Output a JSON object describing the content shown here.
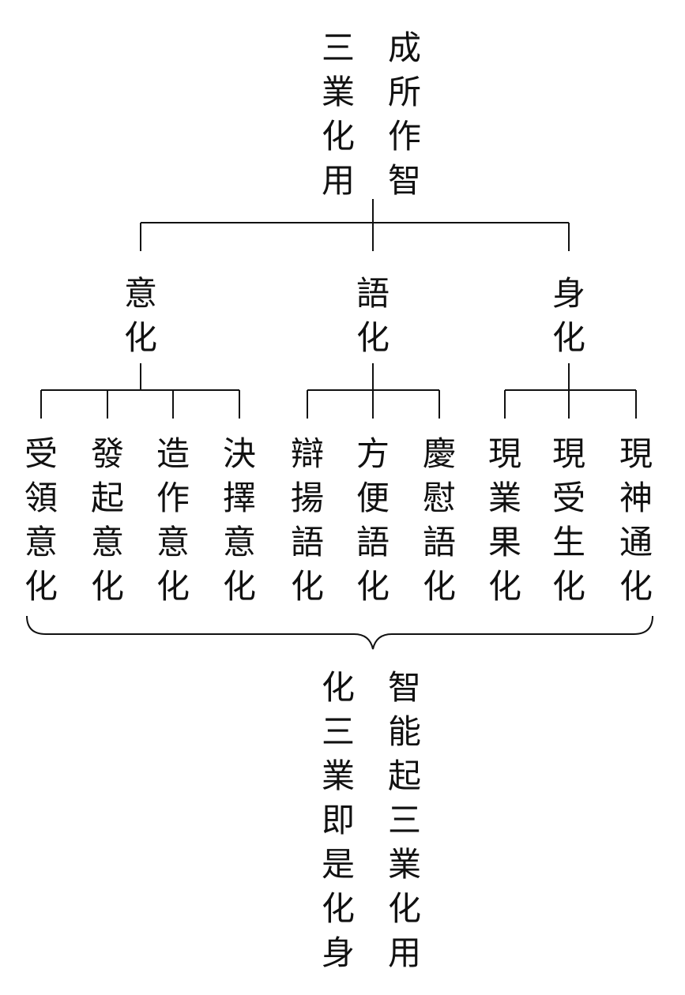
{
  "root": {
    "columns": [
      "三業化用",
      "成所作智"
    ]
  },
  "branches": [
    {
      "label": "意化",
      "children": [
        "受領意化",
        "發起意化",
        "造作意化",
        "決擇意化"
      ]
    },
    {
      "label": "語化",
      "children": [
        "辯揚語化",
        "方便語化",
        "慶慰語化"
      ]
    },
    {
      "label": "身化",
      "children": [
        "現業果化",
        "現受生化",
        "現神通化"
      ]
    }
  ],
  "conclusion": {
    "columns": [
      "化三業即是化身",
      "智能起三業化用"
    ]
  },
  "colors": {
    "ink": "#111111",
    "background": "#ffffff"
  }
}
